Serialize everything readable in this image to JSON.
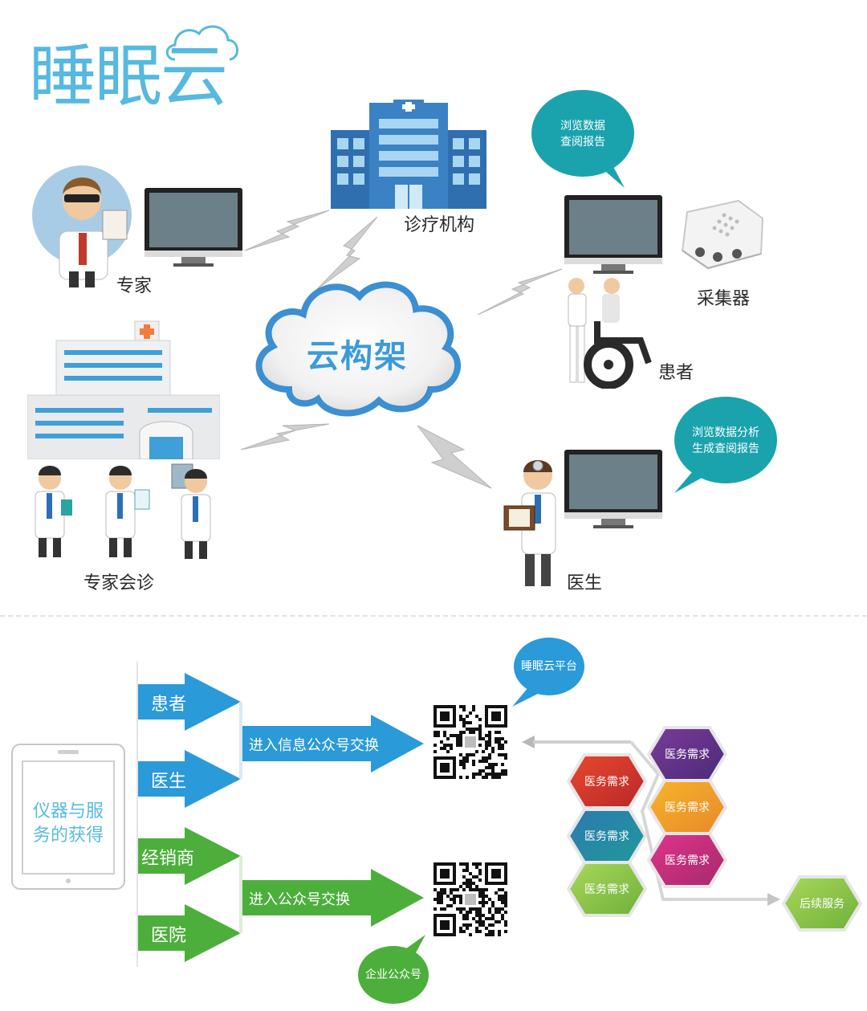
{
  "brand": {
    "title": "睡眠云",
    "color": "#56b9e0"
  },
  "cloud": {
    "label": "云构架"
  },
  "nodes": {
    "clinic": "诊疗机构",
    "expert": "专家",
    "consultation": "专家会诊",
    "collector": "采集器",
    "patient": "患者",
    "doctor": "医生"
  },
  "bubbles": {
    "patient_top": [
      "浏览数据",
      "查阅报告"
    ],
    "doctor_top": [
      "浏览数据分析",
      "生成查阅报告"
    ],
    "cloud_platform": "睡眠云平台",
    "enterprise": "企业公众号"
  },
  "tablet": {
    "text_line1": "仪器与服",
    "text_line2": "务的获得"
  },
  "roles": {
    "blue": [
      "患者",
      "医生"
    ],
    "green": [
      "经销商",
      "医院"
    ]
  },
  "flows": {
    "info_exchange": "进入信息公众号交换",
    "public_exchange": "进入公众号交换"
  },
  "services": {
    "items": [
      "医务需求",
      "医务需求",
      "医务需求",
      "医务需求",
      "医务需求",
      "医务需求"
    ],
    "followup": "后续服务"
  },
  "colors": {
    "teal": "#1aa3ad",
    "blue_arrow": "#2a9ad8",
    "green_arrow": "#4caf3c",
    "bolt": "#c8c8c8"
  }
}
